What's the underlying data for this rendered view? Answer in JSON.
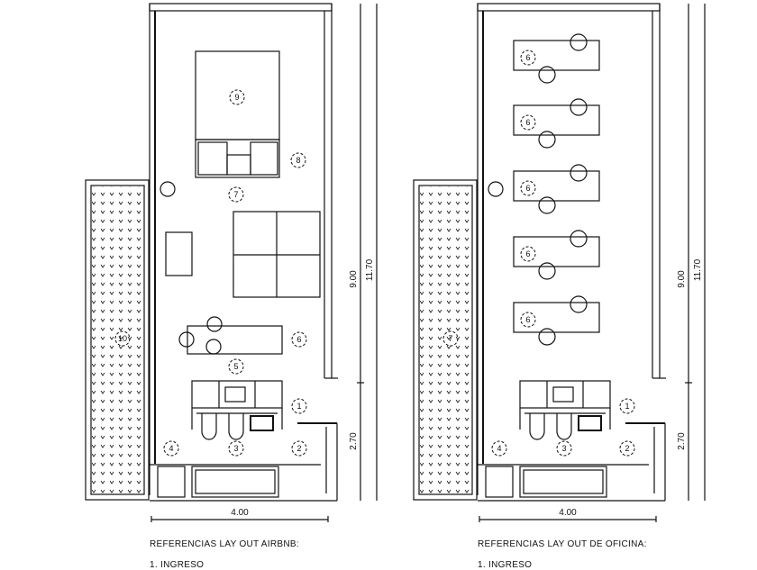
{
  "plans": [
    {
      "id": "airbnb",
      "terrace_label": "10",
      "labels": {
        "l1": "1",
        "l2": "2",
        "l3": "3",
        "l4": "4",
        "l5": "5",
        "l6": "6",
        "l7": "7",
        "l8": "8",
        "l9": "9"
      },
      "dims": {
        "width": "4.00",
        "upper": "9.00",
        "lower": "2.70",
        "total": "11.70"
      },
      "references_title": "REFERENCIAS LAY OUT AIRBNB:",
      "first_reference": "1. INGRESO"
    },
    {
      "id": "oficina",
      "terrace_label": "7",
      "labels": {
        "l1": "1",
        "l2": "2",
        "l3": "3",
        "l4": "4",
        "desk": "6"
      },
      "dims": {
        "width": "4.00",
        "upper": "9.00",
        "lower": "2.70",
        "total": "11.70"
      },
      "references_title": "REFERENCIAS LAY OUT DE OFICINA:",
      "first_reference": "1. INGRESO"
    }
  ]
}
